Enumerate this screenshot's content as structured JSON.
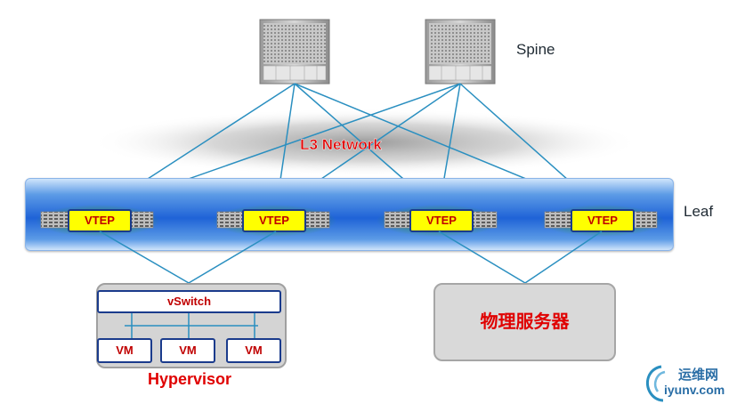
{
  "labels": {
    "spine": "Spine",
    "leaf": "Leaf",
    "l3_network": "L3 Network",
    "vtep": "VTEP",
    "vswitch": "vSwitch",
    "vm": "VM",
    "hypervisor": "Hypervisor",
    "physical_server": "物理服务器"
  },
  "watermark": {
    "site_cn": "运维网",
    "site_en": "iyunv.com"
  },
  "colors": {
    "link": "#2a8fc0",
    "label_red": "#e00000",
    "vtep_fill": "#ffff00",
    "border_blue": "#1a3b8c",
    "leaf_band": "#1f63d7"
  }
}
